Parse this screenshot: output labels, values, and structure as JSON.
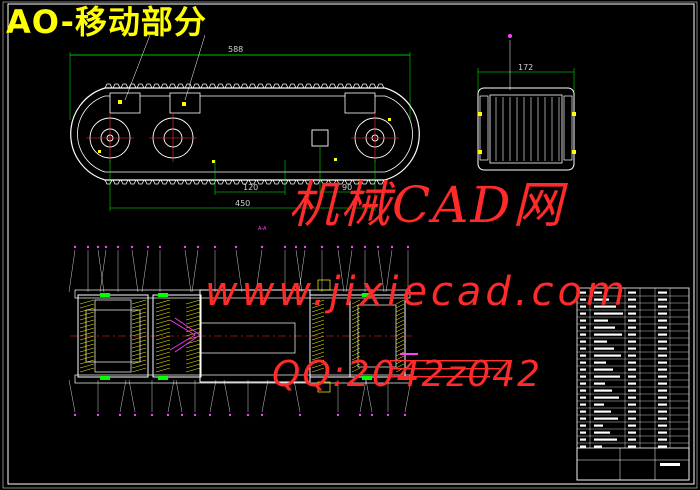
{
  "title": "AO-移动部分",
  "watermark": {
    "line1": "机械CAD网",
    "line2": "www.jixiecad.com",
    "line3": "QQ:2042z042"
  },
  "dimensions": {
    "top_length": "588",
    "pitch_left": "120",
    "pitch_right": "90",
    "overall": "450",
    "side_width": "172"
  },
  "colors": {
    "background": "#000000",
    "title": "#ffff00",
    "watermark": "#ff2a2a",
    "outline": "#ffffff",
    "dimension": "#00ff00",
    "label": "#ff40ff"
  }
}
